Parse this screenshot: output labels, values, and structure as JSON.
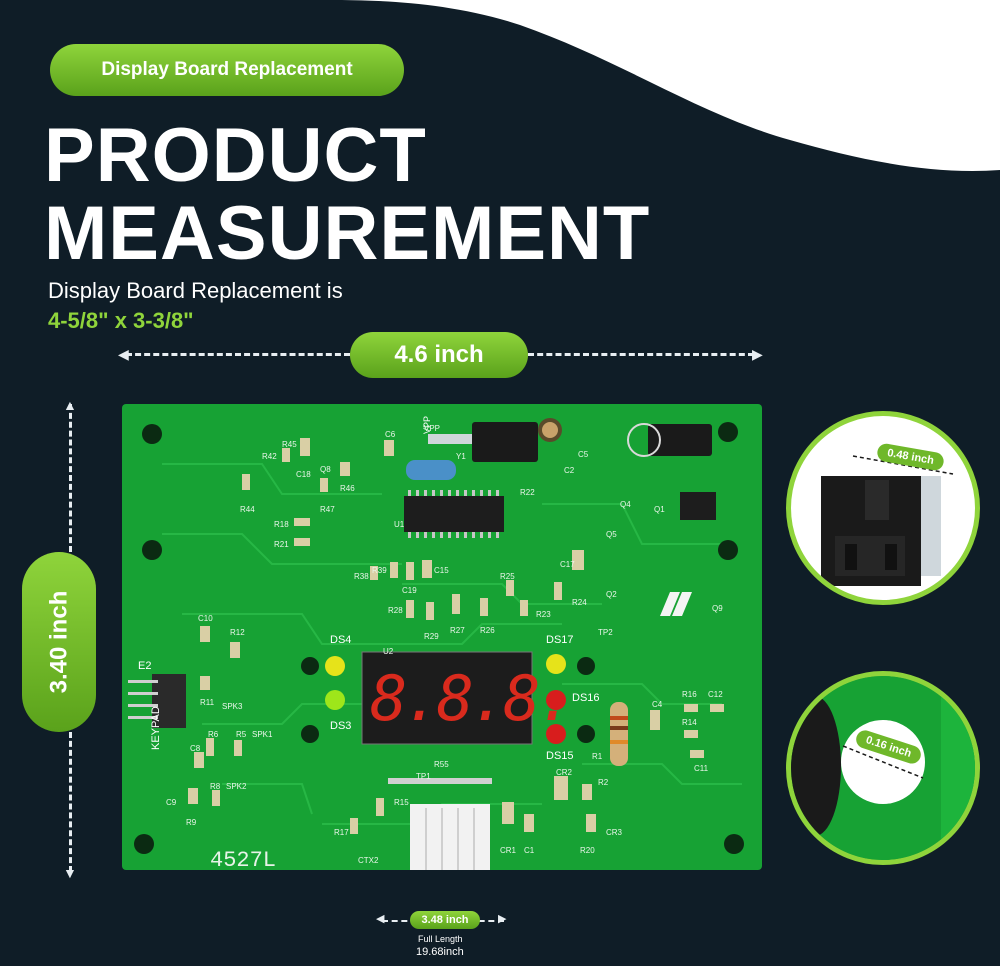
{
  "badge": "Display Board Replacement",
  "title_line1": "PRODUCT",
  "title_line2": "MEASUREMENT",
  "subtitle": "Display Board Replacement is",
  "dimensions": "4-5/8\" x 3-3/8\"",
  "width_label": "4.6 inch",
  "height_label": "3.40 inch",
  "connector_width_label": "0.48 inch",
  "hole_diameter_label": "0.16 inch",
  "cable_width_label": "3.48 inch",
  "full_length_label": "Full Length",
  "full_length_value": "19.68inch",
  "board": {
    "part_number": "4527L",
    "connector_label": "E2",
    "keypad_label": "KEYPAD",
    "display_digits": "8.8.8.",
    "led_labels": [
      "DS4",
      "DS3",
      "DS17",
      "DS16",
      "DS15"
    ],
    "components": [
      "VPP",
      "C6",
      "Y1",
      "C2",
      "C5",
      "R45",
      "R42",
      "C18",
      "Q8",
      "R46",
      "R47",
      "R44",
      "R18",
      "R21",
      "U1",
      "Q4",
      "Q1",
      "Q5",
      "R22",
      "R38",
      "R39",
      "C19",
      "C15",
      "R25",
      "C17",
      "R28",
      "R29",
      "R27",
      "R26",
      "R23",
      "R24",
      "Q2",
      "Q9",
      "TP2",
      "C10",
      "R12",
      "U2",
      "R11",
      "SPK3",
      "R6",
      "R5",
      "SPK1",
      "C8",
      "R8",
      "SPK2",
      "C9",
      "R9",
      "R55",
      "TP1",
      "R15",
      "R17",
      "CR2",
      "R2",
      "CR1",
      "C1",
      "CR3",
      "R20",
      "CTX2",
      "R1",
      "C4",
      "R16",
      "C12",
      "R14",
      "C11"
    ]
  },
  "colors": {
    "background": "#0f1d27",
    "accent": "#8fd43b",
    "board": "#17a234"
  }
}
